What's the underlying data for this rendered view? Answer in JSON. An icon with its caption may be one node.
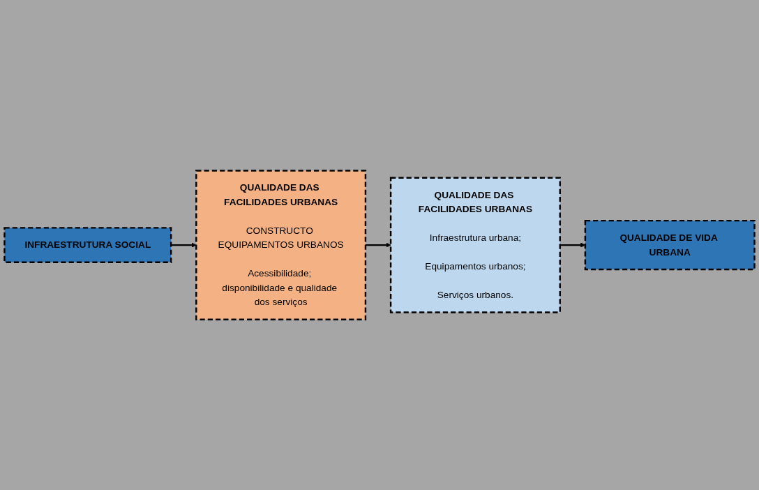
{
  "diagram": {
    "nodes": [
      {
        "text": [
          "QUALIDADE DAS FACILIDADES URBANAS",
          "CONSTRUCTO EQUIPAMENTOS URBANOS",
          "Acessibilidade; disponibilidade e qualidade dos serviços"
        ]
      },
      {
        "text": [
          "QUALIDADE DAS FACILIDADES URBANAS",
          "Infraestrutura urbana;",
          "Equipamentos urbanos;",
          "Serviços urbanos."
        ]
      },
      {
        "text": [
          "INFRAESTRUTURA SOCIAL"
        ]
      },
      {
        "text": [
          "QUALIDADE DE VIDA URBANA"
        ]
      }
    ],
    "edges": [
      {
        "from": 2,
        "to": 0,
        "arrow": "to"
      },
      {
        "from": 0,
        "to": 1,
        "arrow": "to"
      },
      {
        "from": 1,
        "to": 3,
        "arrow": "to"
      }
    ]
  }
}
